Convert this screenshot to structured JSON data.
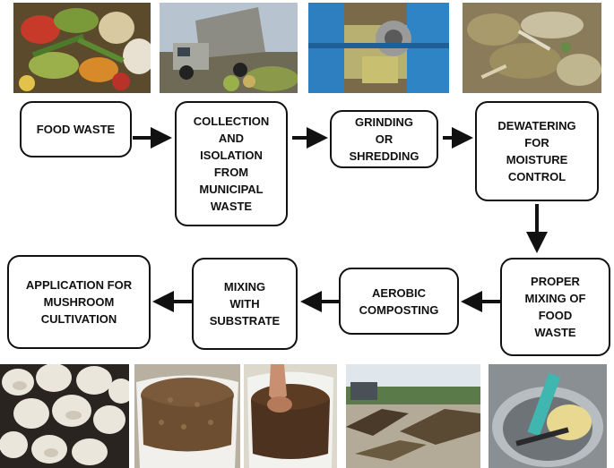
{
  "steps": {
    "food_waste": "FOOD WASTE",
    "collection_line1": "COLLECTION",
    "collection_line2": "AND",
    "collection_line3": "ISOLATION",
    "collection_line4": "FROM",
    "collection_line5": "MUNICIPAL",
    "collection_line6": "WASTE",
    "grinding_line1": "GRINDING",
    "grinding_line2": "OR",
    "grinding_line3": "SHREDDING",
    "dewatering_line1": "DEWATERING",
    "dewatering_line2": "FOR",
    "dewatering_line3": "MOISTURE",
    "dewatering_line4": "CONTROL",
    "proper_line1": "PROPER",
    "proper_line2": "MIXING OF",
    "proper_line3": "FOOD",
    "proper_line4": "WASTE",
    "aerobic_line1": "AEROBIC",
    "aerobic_line2": "COMPOSTING",
    "mixing_line1": "MIXING",
    "mixing_line2": "WITH",
    "mixing_line3": "SUBSTRATE",
    "application_line1": "APPLICATION FOR",
    "application_line2": "MUSHROOM",
    "application_line3": "CULTIVATION"
  },
  "photos": [
    {
      "name": "vegetable-scraps-photo"
    },
    {
      "name": "dump-truck-photo"
    },
    {
      "name": "shredder-machine-photo"
    },
    {
      "name": "shredded-waste-photo"
    },
    {
      "name": "mushrooms-photo"
    },
    {
      "name": "substrate-bag-photo"
    },
    {
      "name": "hand-mixing-substrate-photo"
    },
    {
      "name": "compost-windrows-photo"
    },
    {
      "name": "mixing-machine-photo"
    }
  ],
  "colors": {
    "border": "#111111",
    "arrow": "#111111",
    "background": "#ffffff"
  }
}
